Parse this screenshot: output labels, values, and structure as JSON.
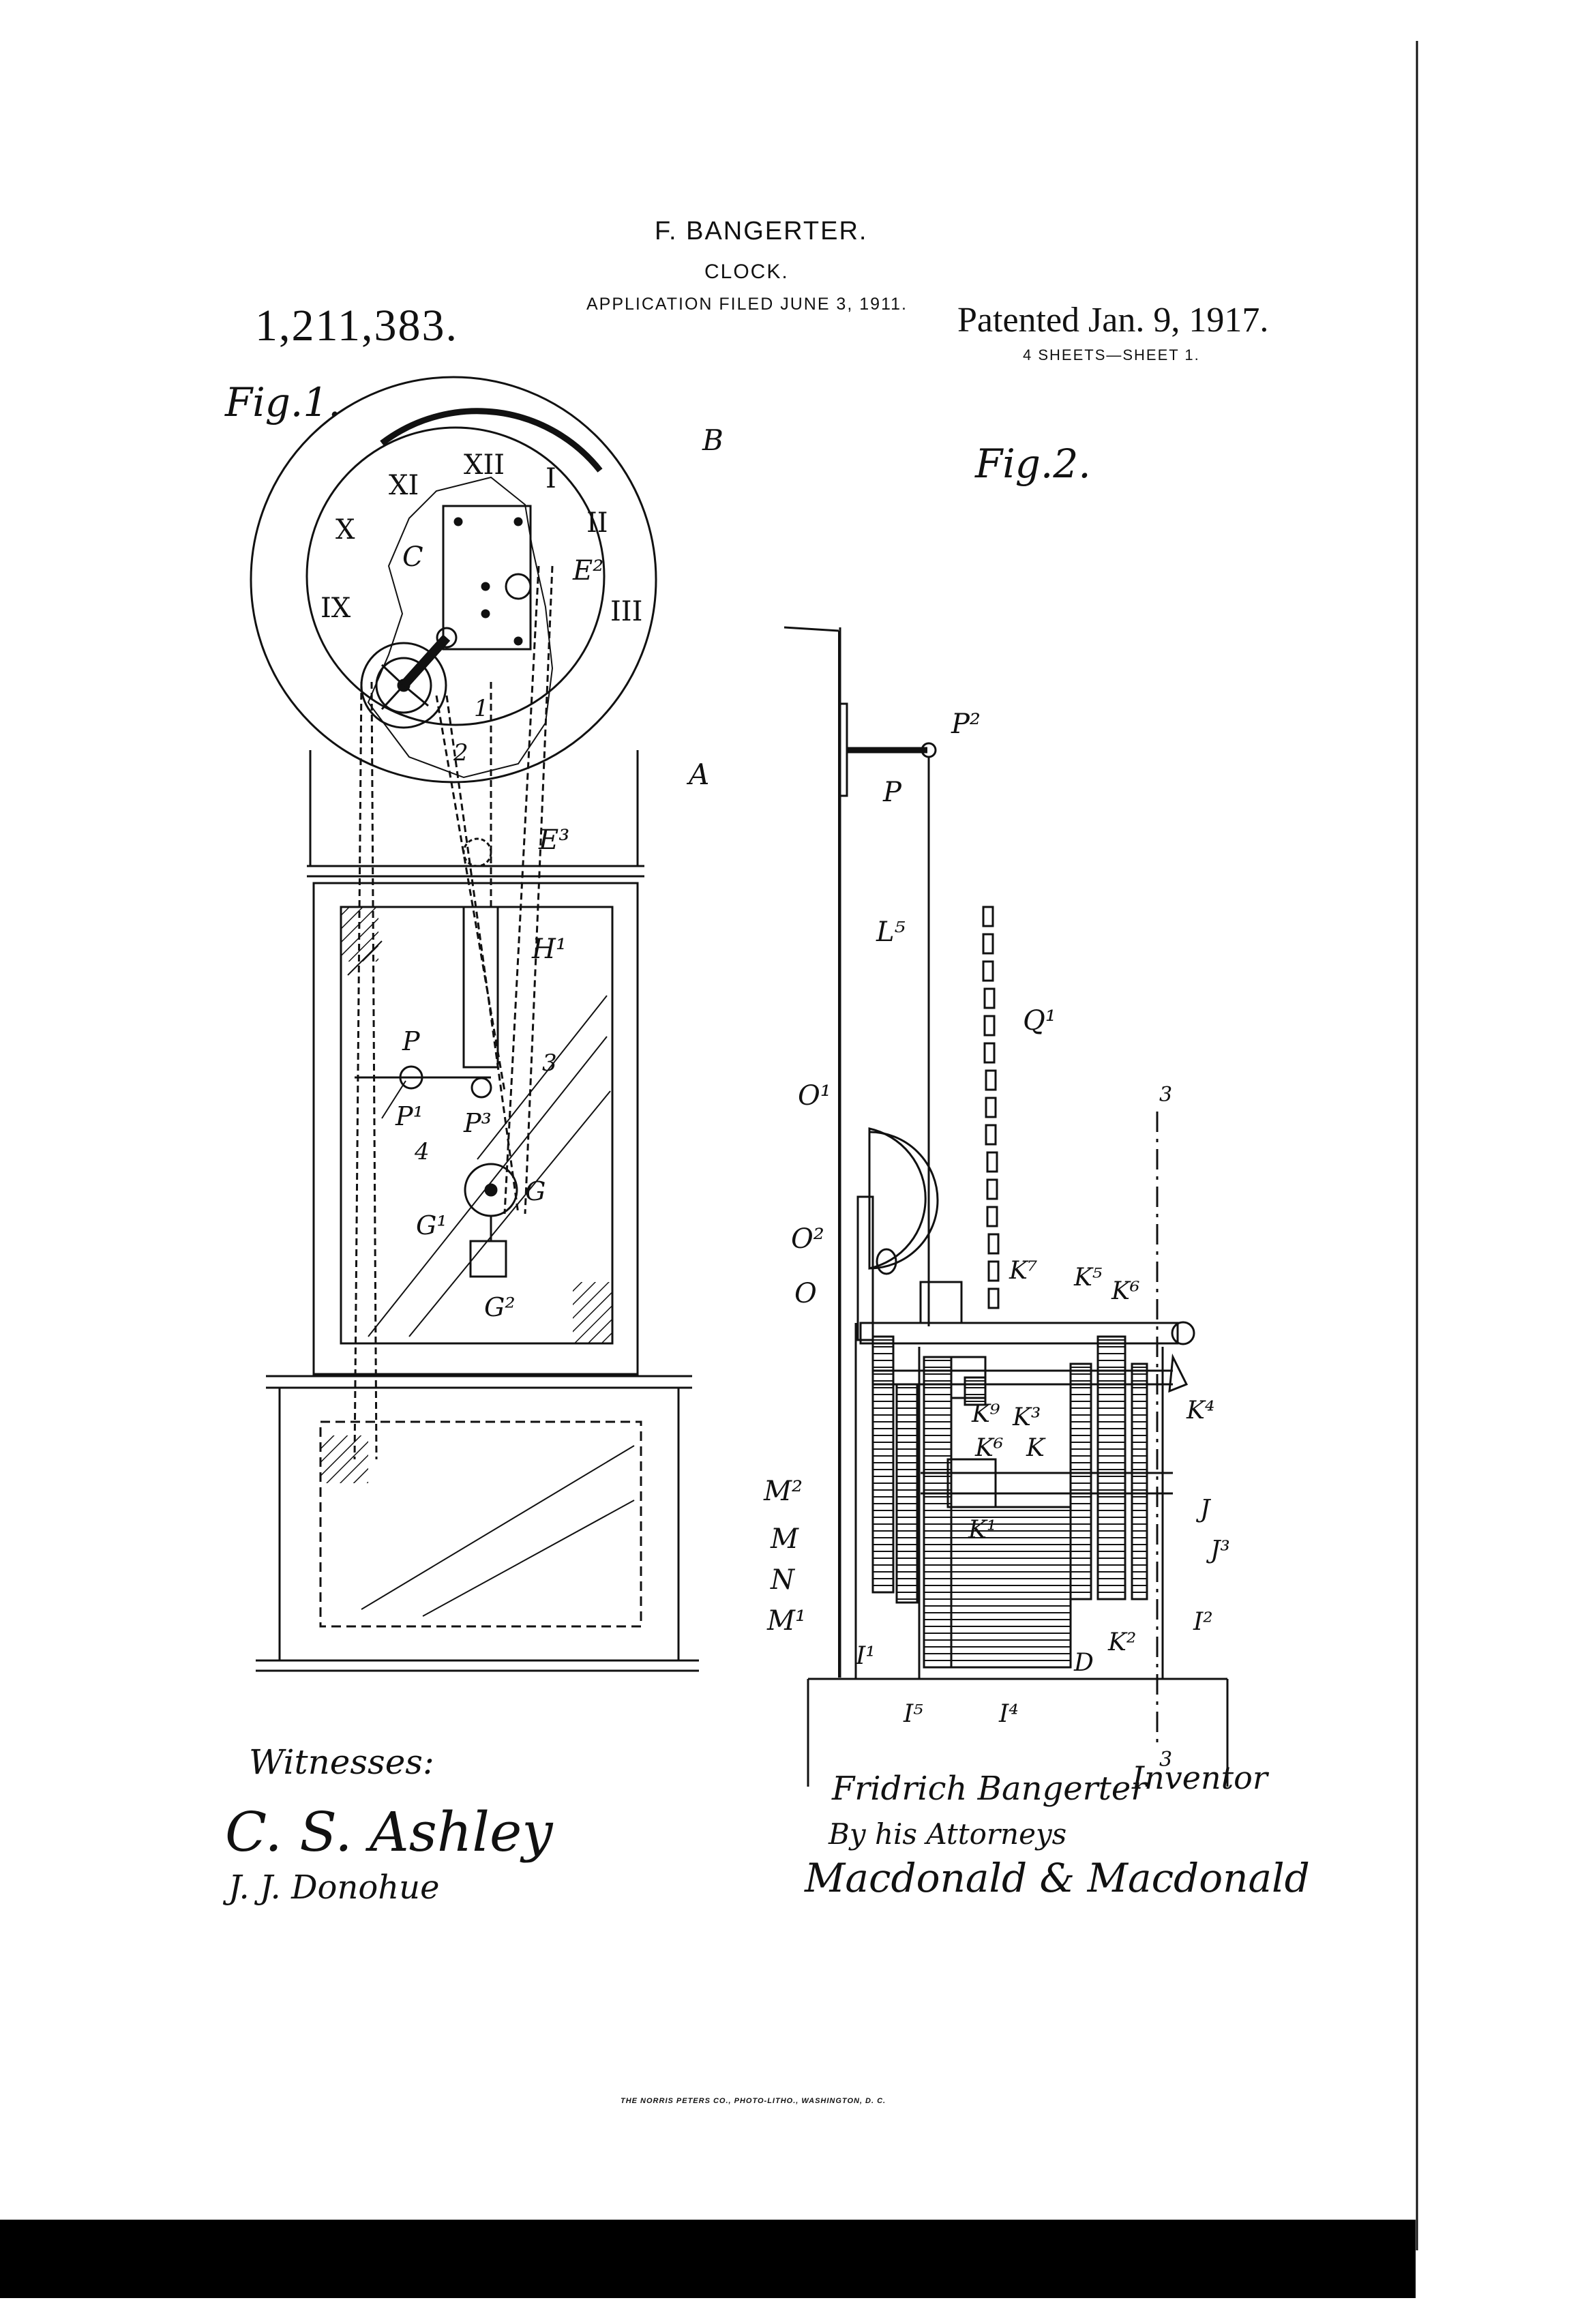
{
  "header": {
    "inventor": "F. BANGERTER.",
    "title": "CLOCK.",
    "application": "APPLICATION FILED JUNE 3, 1911.",
    "patent_number": "1,211,383.",
    "patented": "Patented Jan. 9, 1917.",
    "sheets": "4 SHEETS—SHEET 1."
  },
  "figures": {
    "fig1_label": "Fig.1.",
    "fig2_label": "Fig.2."
  },
  "fig1_numerals": {
    "xii": "XII",
    "i": "I",
    "ii": "II",
    "iii": "III",
    "xi": "XI",
    "x": "X",
    "ix": "IX"
  },
  "fig1_refs": {
    "B": "B",
    "C": "C",
    "E2": "E²",
    "A": "A",
    "E3": "E³",
    "H1": "H¹",
    "P": "P",
    "P1": "P¹",
    "P3": "P³",
    "G": "G",
    "G1": "G¹",
    "G2": "G²",
    "n1": "1",
    "n2": "2",
    "n3": "3",
    "n4": "4"
  },
  "fig2_refs": {
    "P2": "P²",
    "P": "P",
    "L5": "L⁵",
    "Q1": "Q¹",
    "O1": "O¹",
    "O2": "O²",
    "O": "O",
    "K7": "K⁷",
    "K5": "K⁵",
    "K6a": "K⁶",
    "K9": "K⁹",
    "K3": "K³",
    "K6b": "K⁶",
    "K": "K",
    "K4": "K⁴",
    "M2": "M²",
    "M": "M",
    "N": "N",
    "K1": "K¹",
    "J": "J",
    "J3": "J³",
    "M1": "M¹",
    "I1": "I¹",
    "I2": "I²",
    "K2": "K²",
    "D": "D",
    "I5": "I⁵",
    "I4": "I⁴",
    "s3a": "3",
    "s3b": "3"
  },
  "signatures": {
    "witnesses_label": "Witnesses:",
    "witness1": "C. S. Ashley",
    "witness2": "J. J. Donohue",
    "inventor_name": "Fridrich Bangerter",
    "inventor_label": "Inventor",
    "by_attorneys": "By his Attorneys",
    "attorneys": "Macdonald & Macdonald"
  },
  "footer": {
    "printer": "THE NORRIS PETERS CO., PHOTO-LITHO., WASHINGTON, D. C."
  }
}
